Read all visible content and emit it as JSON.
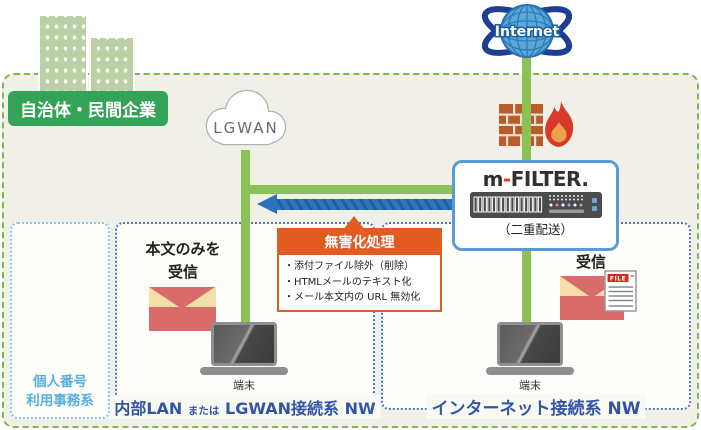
{
  "org": {
    "label": "自治体・民間企業"
  },
  "cloud": {
    "label": "LGWAN"
  },
  "internet": {
    "label": "Internet"
  },
  "mfilter": {
    "logo_prefix": "m",
    "logo_hyphen": "-",
    "logo_suffix": "FILTER.",
    "caption": "（二重配送）"
  },
  "sanitize": {
    "title": "無害化処理",
    "items": [
      "・添付ファイル除外（削除）",
      "・HTMLメールのテキスト化",
      "・メール本文内の URL 無効化"
    ]
  },
  "left_mail": {
    "line1": "本文のみを",
    "line2": "受信"
  },
  "right_mail": {
    "label": "受信",
    "file_tag": "FILE"
  },
  "terminals": {
    "left": "端末",
    "right": "端末"
  },
  "zones": {
    "personal": {
      "line1": "個人番号",
      "line2": "利用事務系"
    },
    "internal": {
      "pre": "内部LAN",
      "mid": "または",
      "post": "LGWAN接続系 NW"
    },
    "internet_zone": {
      "label": "インターネット接続系 NW"
    }
  },
  "colors": {
    "background": "#f1f0e8",
    "line_green": "#8bc155",
    "border_green": "#7cb94e",
    "label_green": "#33a457",
    "orange": "#e05c20",
    "arrow_blue": "#2a72b8",
    "box_border_blue": "#5b9bd5",
    "zone_blue": "#4a74c4",
    "zone_lightblue": "#85c5e8",
    "zone_text_blue": "#3354a5",
    "personal_text_blue": "#58aede",
    "mail_red": "#d96b6b",
    "mail_cream": "#f3dfa7",
    "logo_red": "#e8421e",
    "brick_orange": "#b85c2c",
    "flame_red": "#d8392b",
    "flame_inner": "#f2a24e"
  }
}
